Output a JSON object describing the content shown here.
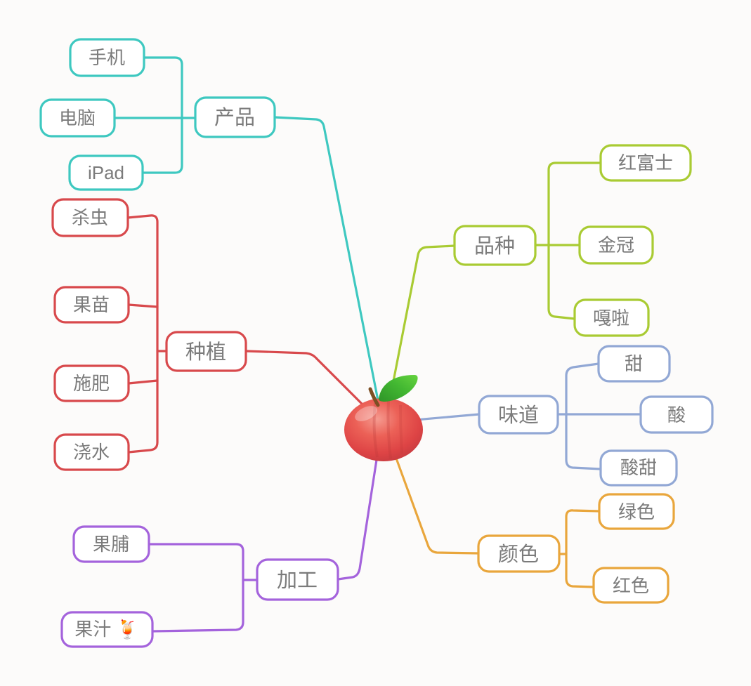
{
  "canvas": {
    "background": "#FCFBFA",
    "node_fill": "#FFFFFF",
    "label_color": "#7B7B7B"
  },
  "root": {
    "icon": "apple-with-leaf"
  },
  "branches": [
    {
      "label": "产品",
      "color": "#3EC8C0",
      "children": [
        {
          "label": "手机"
        },
        {
          "label": "电脑"
        },
        {
          "label": "iPad"
        }
      ]
    },
    {
      "label": "品种",
      "color": "#A9CB33",
      "children": [
        {
          "label": "红富士"
        },
        {
          "label": "金冠"
        },
        {
          "label": "嘎啦"
        }
      ]
    },
    {
      "label": "种植",
      "color": "#D8494C",
      "children": [
        {
          "label": "杀虫"
        },
        {
          "label": "果苗"
        },
        {
          "label": "施肥"
        },
        {
          "label": "浇水"
        }
      ]
    },
    {
      "label": "味道",
      "color": "#92A8D5",
      "children": [
        {
          "label": "甜"
        },
        {
          "label": "酸"
        },
        {
          "label": "酸甜"
        }
      ]
    },
    {
      "label": "加工",
      "color": "#A463DC",
      "children": [
        {
          "label": "果脯"
        },
        {
          "label": "果汁 🍹"
        }
      ]
    },
    {
      "label": "颜色",
      "color": "#E9A63C",
      "children": [
        {
          "label": "绿色"
        },
        {
          "label": "红色"
        }
      ]
    }
  ]
}
